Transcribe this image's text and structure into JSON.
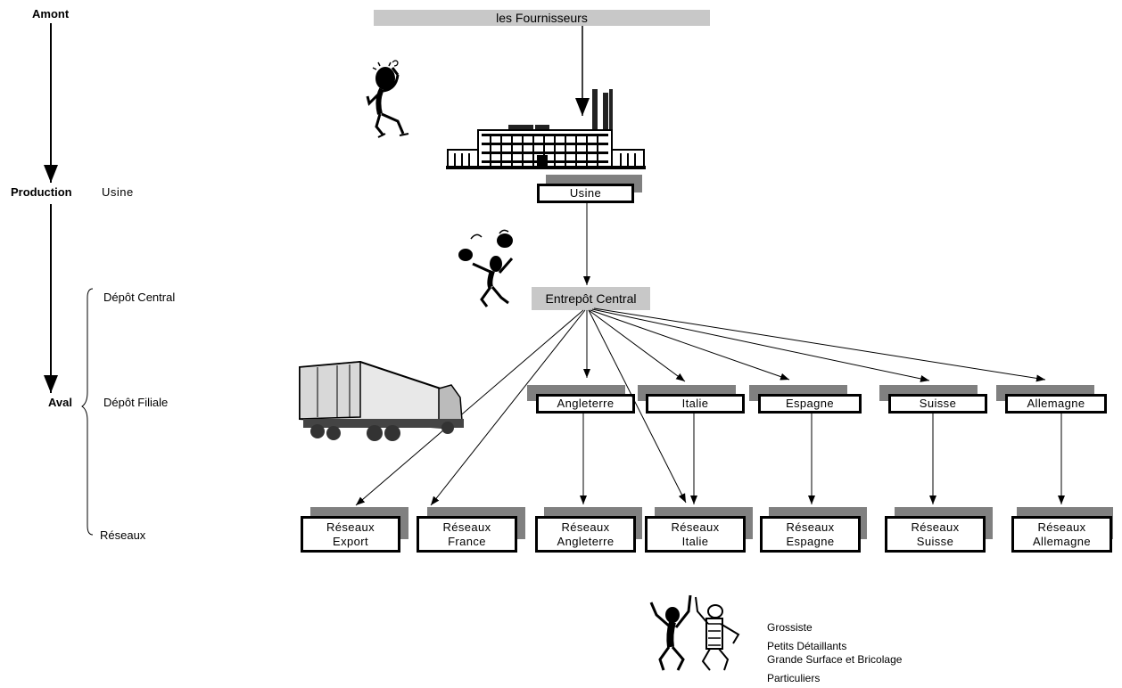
{
  "left_axis": {
    "amont": "Amont",
    "production": "Production",
    "usine": "Usine",
    "depot_central": "Dépôt Central",
    "aval": "Aval",
    "depot_filiale": "Dépôt Filiale",
    "reseaux": "Réseaux"
  },
  "suppliers": "les Fournisseurs",
  "usine_box": "Usine",
  "entrepot": "Entrepôt Central",
  "filiales": [
    "Angleterre",
    "Italie",
    "Espagne",
    "Suisse",
    "Allemagne"
  ],
  "reseaux": [
    {
      "line1": "Réseaux",
      "line2": "Export"
    },
    {
      "line1": "Réseaux",
      "line2": "France"
    },
    {
      "line1": "Réseaux",
      "line2": "Angleterre"
    },
    {
      "line1": "Réseaux",
      "line2": "Italie"
    },
    {
      "line1": "Réseaux",
      "line2": "Espagne"
    },
    {
      "line1": "Réseaux",
      "line2": "Suisse"
    },
    {
      "line1": "Réseaux",
      "line2": "Allemagne"
    }
  ],
  "customers": [
    "Grossiste",
    "Petits Détaillants",
    "Grande Surface et Bricolage",
    "Particuliers"
  ],
  "icons": [
    "thinking-person-icon",
    "factory-icon",
    "juggling-person-icon",
    "truck-icon",
    "dancing-people-icon"
  ]
}
